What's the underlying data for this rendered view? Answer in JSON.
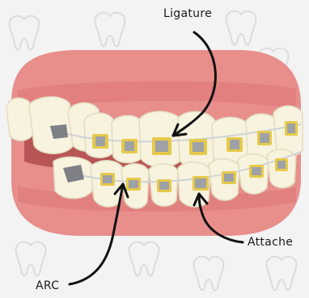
{
  "labels": {
    "ligature": "Ligature",
    "attache": "Attache",
    "arc": "ARC"
  },
  "colors": {
    "background": "#f4f3f3",
    "watermark": "#d9d9d9",
    "gum": "#e88f8c",
    "gum_dark": "#d9716f",
    "mouth_inner": "#b85556",
    "tooth": "#f7f3df",
    "tooth_outline": "#e2dcc0",
    "bracket": "#9ea1a6",
    "ligature": "#e6c94a",
    "wire": "#cfd2d6",
    "molar_tube": "#7d8085",
    "arrow": "#111111"
  },
  "icons": [
    "tooth-watermark-icon"
  ]
}
